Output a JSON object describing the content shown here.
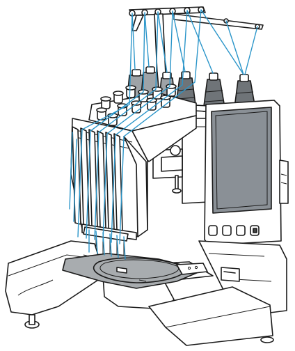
{
  "illustration": {
    "subject": "six-needle-embroidery-machine",
    "style": "line-art",
    "colors": {
      "outline": "#1a1a1a",
      "body": "#ffffff",
      "thread": "#2a95c9",
      "spool_dark": "#6f7478",
      "spool_light": "#9ea3a7",
      "screen": "#8a9096",
      "fabric": "#a8acaf",
      "hoop": "#7d8388"
    },
    "spool_count": 6,
    "needle_count": 6,
    "control_button_count": 4
  }
}
